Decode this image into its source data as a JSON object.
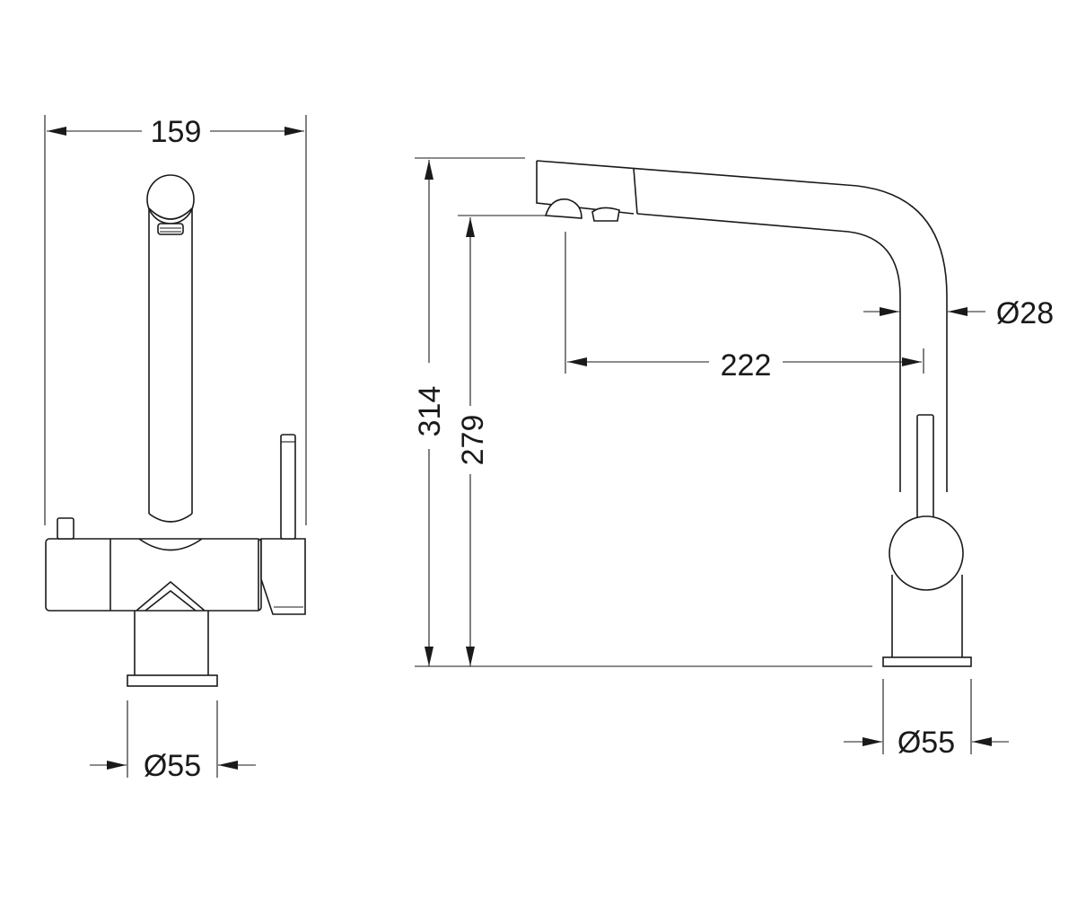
{
  "front_view": {
    "width_label": "159",
    "base_diameter_label": "Ø55"
  },
  "side_view": {
    "total_height_label": "314",
    "spout_height_label": "279",
    "reach_label": "222",
    "spout_diameter_label": "Ø28",
    "base_diameter_label": "Ø55"
  }
}
